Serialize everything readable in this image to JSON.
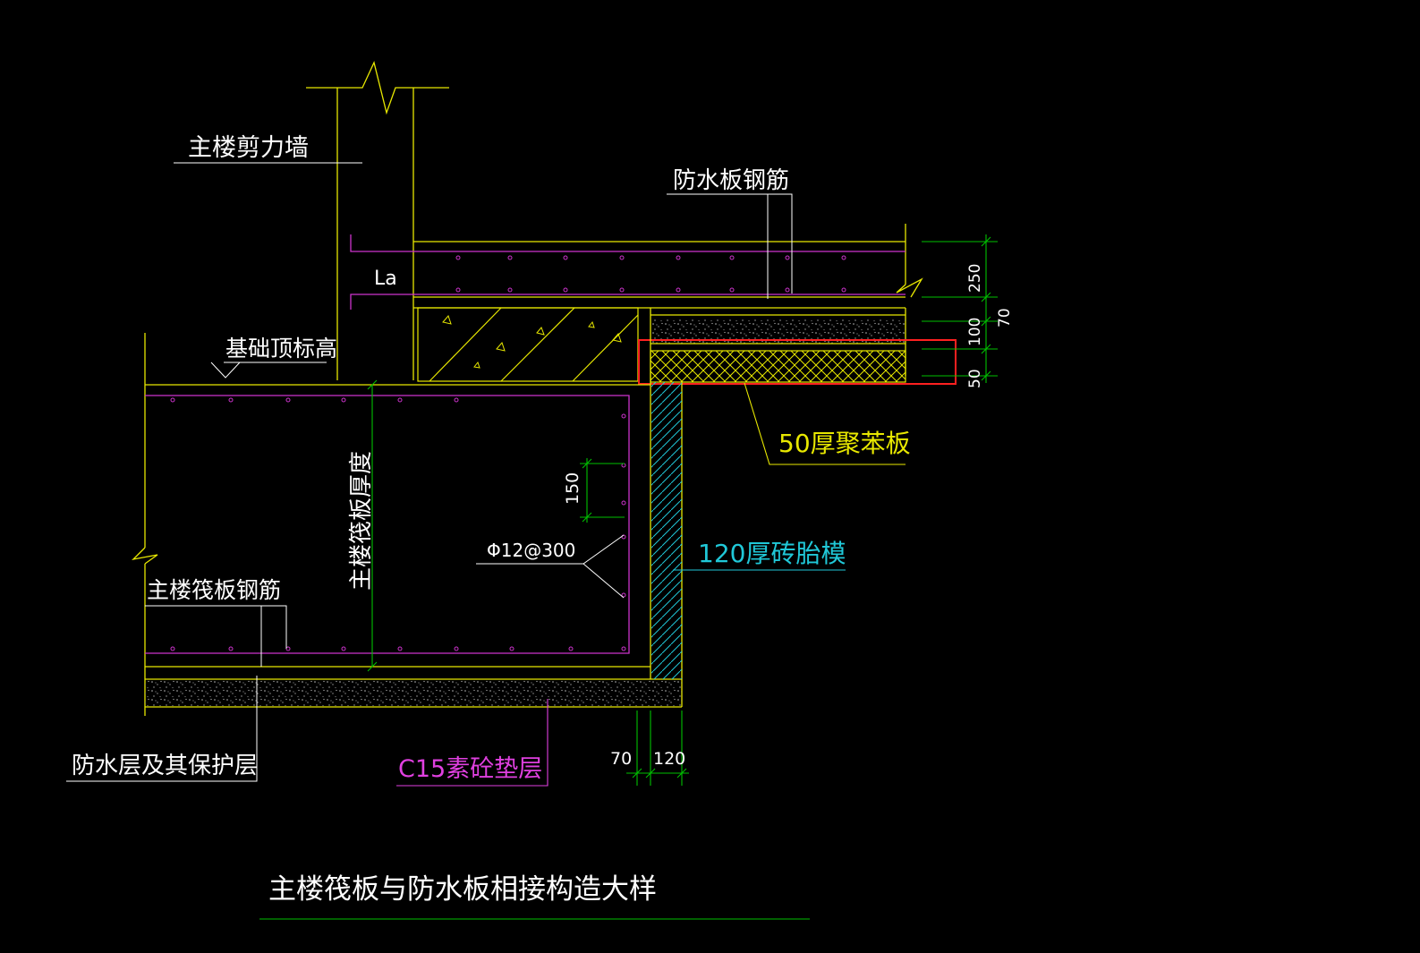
{
  "colors": {
    "background": "#000000",
    "outline": "#e8e800",
    "rebar": "#cc33cc",
    "dimension": "#00c000",
    "leader": "#ffffff",
    "text_white": "#ffffff",
    "text_yellow": "#e8e800",
    "text_cyan": "#20c8d8",
    "text_magenta": "#e040e0",
    "highlight": "#ff2020",
    "hatch_cyan": "#20c8d8"
  },
  "labels": {
    "shear_wall": "主楼剪力墙",
    "waterproof_slab_rebar": "防水板钢筋",
    "anchorage": "La",
    "foundation_top_elevation": "基础顶标高",
    "raft_thickness": "主楼筏板厚度",
    "raft_rebar": "主楼筏板钢筋",
    "rebar_spec": "Φ12@300",
    "polystyrene_board": "50厚聚苯板",
    "brick_formwork": "120厚砖胎模",
    "waterproof_layer": "防水层及其保护层",
    "cushion_layer": "C15素砼垫层",
    "drawing_title": "主楼筏板与防水板相接构造大样"
  },
  "dimensions": {
    "slab_250": "250",
    "slab_70": "70",
    "slab_100": "100",
    "slab_50": "50",
    "spacing_150": "150",
    "bottom_70": "70",
    "bottom_120": "120"
  }
}
